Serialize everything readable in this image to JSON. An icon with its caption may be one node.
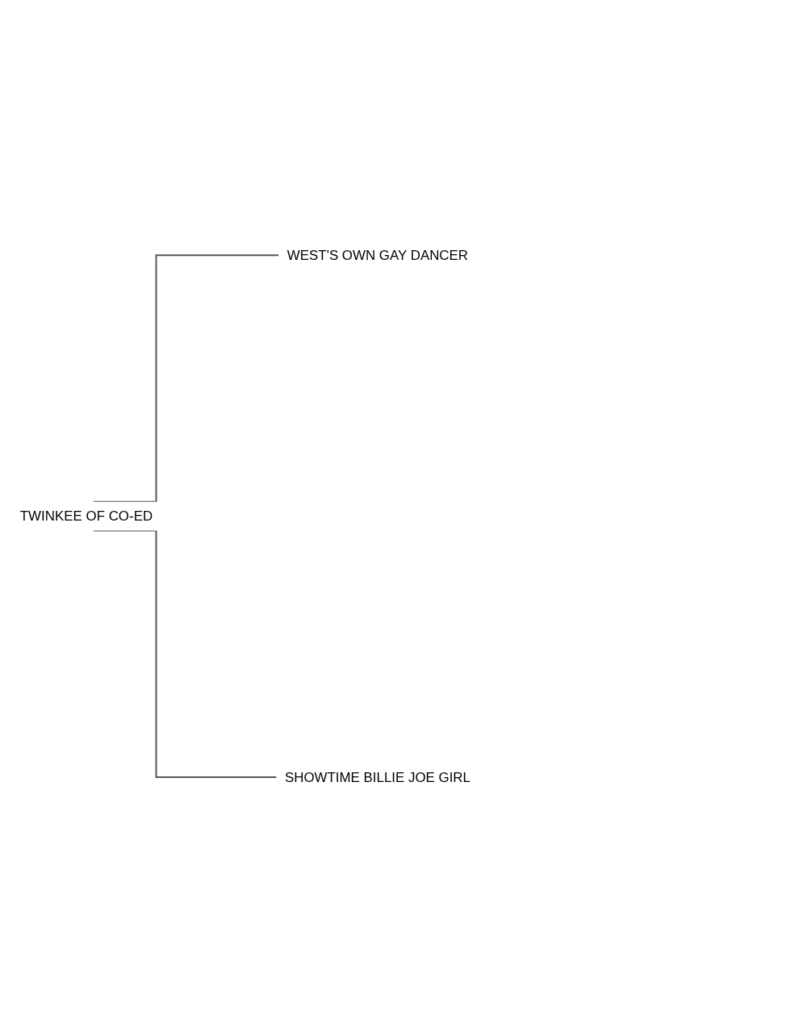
{
  "diagram": {
    "nodes": [
      {
        "text": [
          "TWINKEE OF CO-ED"
        ]
      },
      {
        "text": [
          "WEST'S OWN GAY DANCER"
        ]
      },
      {
        "text": [
          "SHOWTIME BILLIE JOE GIRL"
        ]
      }
    ],
    "edges": [
      {
        "from": 0,
        "to": 1,
        "arrow": "none"
      },
      {
        "from": 0,
        "to": 2,
        "arrow": "none"
      }
    ]
  }
}
